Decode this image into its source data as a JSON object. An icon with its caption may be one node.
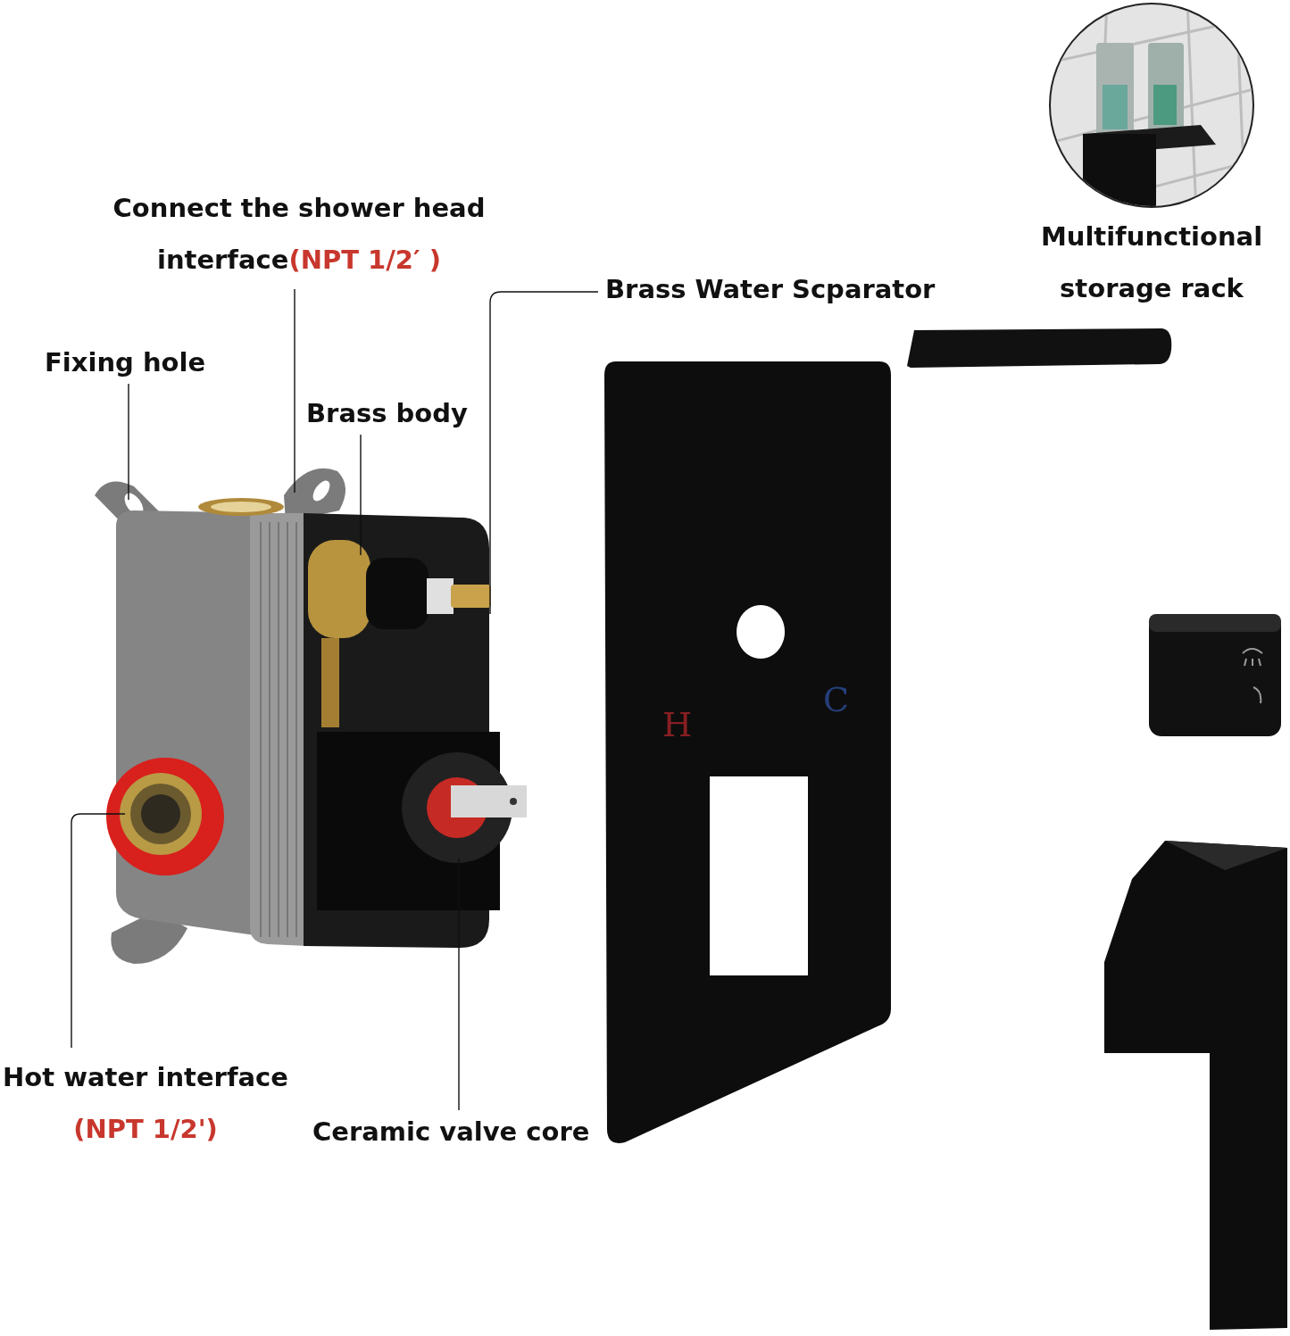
{
  "diagram": {
    "nodes": [
      {
        "text": [
          "Connect the shower head interface",
          "(NPT 1/2′ )"
        ]
      },
      {
        "text": [
          "Fixing hole"
        ]
      },
      {
        "text": [
          "Brass body"
        ]
      },
      {
        "text": [
          "Brass Water Scparator"
        ]
      },
      {
        "text": [
          "Hot water interface",
          "(NPT 1/2')"
        ]
      },
      {
        "text": [
          "Ceramic valve core"
        ]
      }
    ],
    "edges": [
      {
        "from": 0,
        "to": null,
        "arrow": "none"
      },
      {
        "from": 1,
        "to": null,
        "arrow": "none"
      },
      {
        "from": 2,
        "to": null,
        "arrow": "none"
      },
      {
        "from": 3,
        "to": null,
        "arrow": "none"
      },
      {
        "from": 4,
        "to": null,
        "arrow": "none"
      },
      {
        "from": 5,
        "to": null,
        "arrow": "none"
      }
    ],
    "labels": [
      "Multifunctional storage rack",
      "H",
      "C"
    ]
  }
}
